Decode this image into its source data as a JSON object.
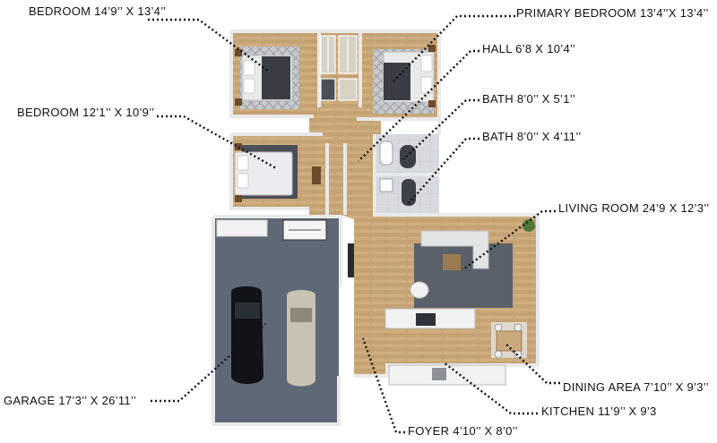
{
  "labels": {
    "bedroom_2": "BEDROOM 14’9’’ X 13’4’’",
    "primary_bedroom": "PRIMARY BEDROOM 13’4’’X 13’4’’",
    "hall": "HALL 6’8 X 10’4’’",
    "bedroom_3": "BEDROOM 12’1’’ X 10’9’’",
    "bath_1": "BATH 8’0’’ X 5’1’’",
    "bath_2": "BATH 8’0’’ X 4’11’’",
    "living_room": "LIVING ROOM 24’9 X 12’3’’",
    "dining_area": "DINING AREA 7’10’’ X 9’3’’",
    "garage": "GARAGE 17’3’’ X 26’11’’",
    "kitchen": "KITCHEN 11’9’’ X 9’3",
    "foyer": "FOYER 4’10’’ X 8’0’’"
  },
  "colors": {
    "wood_floor": "#c9a878",
    "garage_floor": "#5e6775",
    "wall": "#e6e6e6",
    "rug_dark": "#50545d",
    "leader_line": "#111111",
    "text": "#111111"
  }
}
